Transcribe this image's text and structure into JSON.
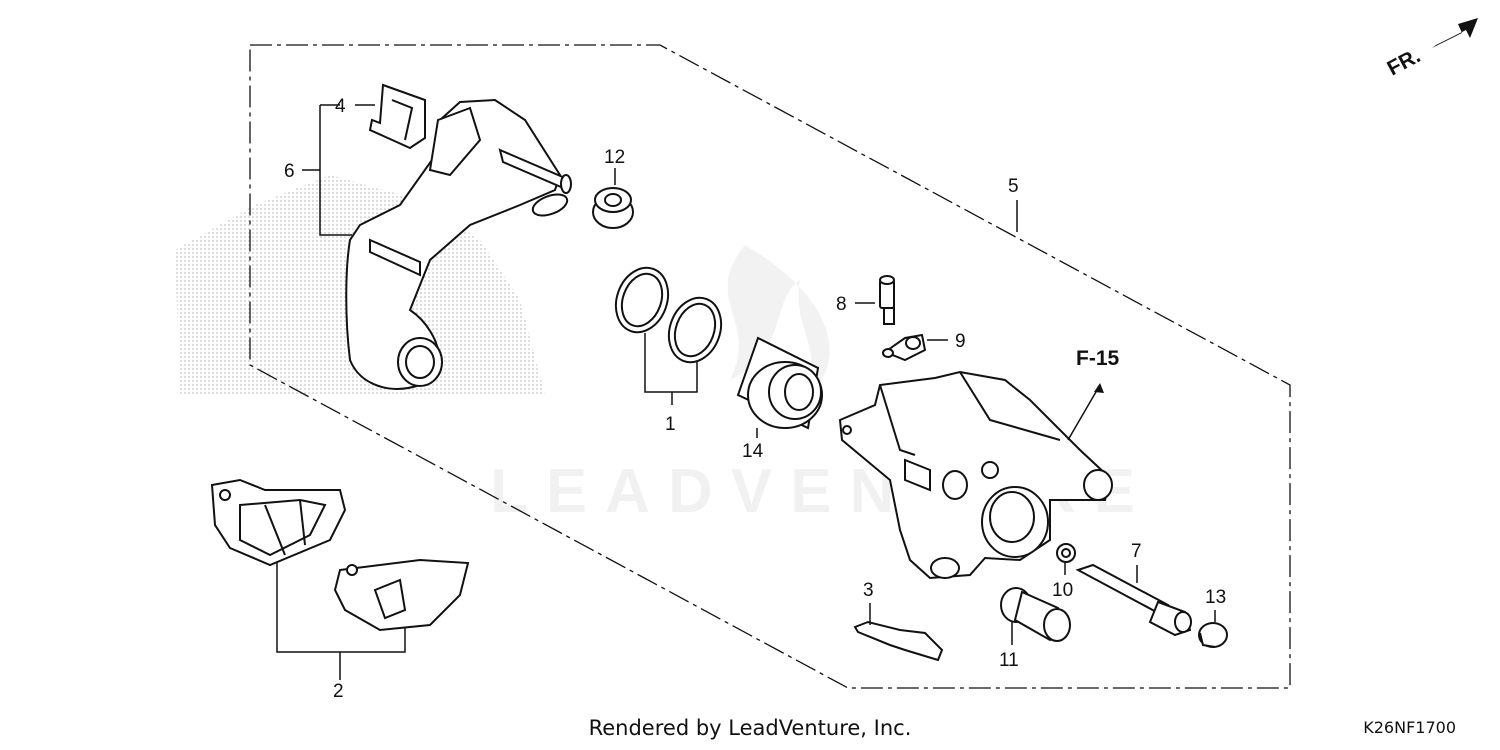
{
  "callouts": {
    "c1": "1",
    "c2": "2",
    "c3": "3",
    "c4": "4",
    "c5": "5",
    "c6": "6",
    "c7": "7",
    "c8": "8",
    "c9": "9",
    "c10": "10",
    "c11": "11",
    "c12": "12",
    "c13": "13",
    "c14": "14"
  },
  "reference": "F-15",
  "direction_label": "FR.",
  "watermark": "LEADVENTURE",
  "footer": {
    "credit": "Rendered by LeadVenture, Inc.",
    "code": "K26NF1700"
  }
}
